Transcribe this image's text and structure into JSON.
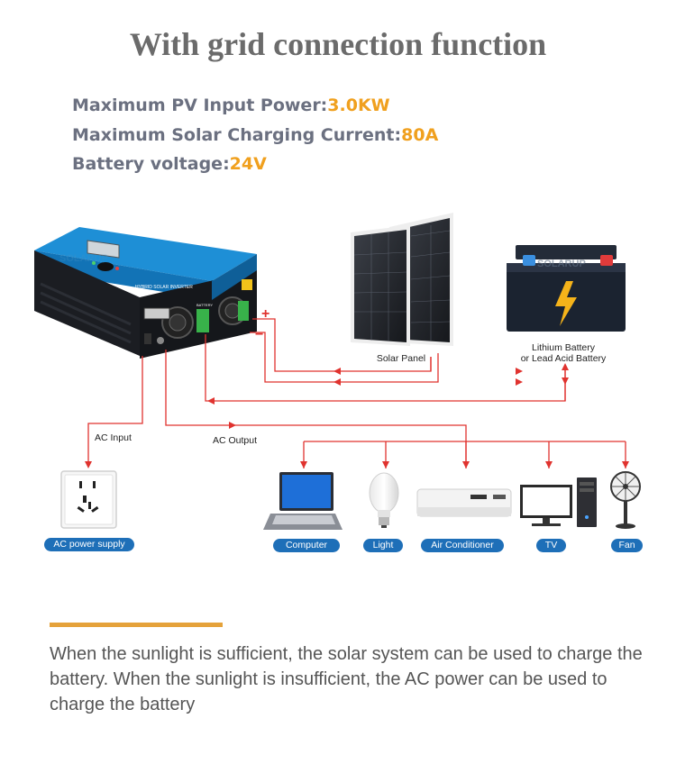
{
  "title": "With grid connection function",
  "specs": [
    {
      "label": "Maximum PV Input Power:",
      "value": "3.0KW"
    },
    {
      "label": "Maximum Solar Charging Current:",
      "value": "80A"
    },
    {
      "label": "Battery voltage:",
      "value": "24V"
    }
  ],
  "diagram": {
    "inverter_brand": "SOLARUP",
    "inverter_label": "HYBRID SOLAR INVERTER",
    "inverter_port_label": "BATTERY",
    "plus_sign": "+",
    "minus_sign": "−",
    "solar_panel_label": "Solar Panel",
    "battery_label_line1": "Lithium Battery",
    "battery_label_line2": "or Lead Acid Battery",
    "ac_input_label": "AC  Input",
    "ac_output_label": "AC Output",
    "devices": [
      {
        "label": "AC power supply"
      },
      {
        "label": "Computer"
      },
      {
        "label": "Light"
      },
      {
        "label": "Air Conditioner"
      },
      {
        "label": "TV"
      },
      {
        "label": "Fan"
      }
    ],
    "colors": {
      "wire": "#e0332f",
      "pill": "#1e6fb8",
      "inverter_blue": "#1e8fd6",
      "battery_body": "#1b2330",
      "bolt": "#f5b31a",
      "accent": "#e5a23a"
    }
  },
  "description": "When the sunlight is sufficient, the solar system can be used to charge the battery. When the sunlight is insufficient, the AC power can be used to charge the battery"
}
